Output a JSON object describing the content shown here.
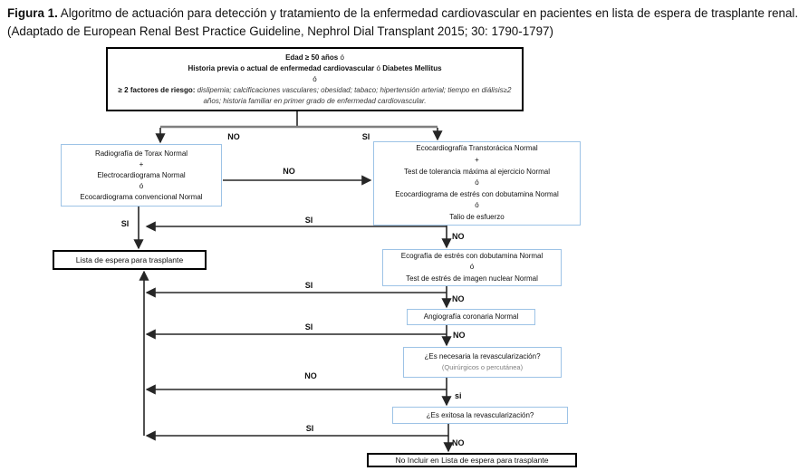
{
  "caption": {
    "bold": "Figura 1.",
    "text": " Algoritmo de actuación para detección y tratamiento de la enfermedad cardiovascular en pacientes en lista de espera de trasplante renal. (Adaptado de European Renal Best Practice Guideline, Nephrol Dial Transplant 2015; 30: 1790-1797)"
  },
  "nodes": {
    "criteria": {
      "line1_bold": "Edad ≥ 50 años",
      "line1_tail": " ó",
      "line2_bold1": "Historia previa o actual de enfermedad cardiovascular",
      "line2_mid": " ó ",
      "line2_bold2": "Diabetes Mellitus",
      "line3": "ó",
      "risk_bold": "≥ 2 factores de riesgo:",
      "risk_italic": " dislipemia; calcificaciones vasculares; obesidad; tabaco; hipertensión arterial; tiempo en diálisis≥2 años; historia familiar en primer grado de enfermedad cardiovascular."
    },
    "basic_tests": {
      "lines": [
        "Radiografía de Torax Normal",
        "+",
        "Electrocardiograma Normal",
        "ó",
        "Ecocardiograma convencional Normal"
      ]
    },
    "advanced_tests": {
      "lines": [
        "Ecocardiografía Transtorácica Normal",
        "+",
        "Test de tolerancia máxima al ejercicio Normal",
        "ó",
        "Ecocardiograma de estrés con dobutamina Normal",
        "ó",
        "Talio de esfuerzo"
      ]
    },
    "waiting_list": {
      "label": "Lista de espera para trasplante"
    },
    "stress_echo": {
      "lines": [
        "Ecografía de estrés con dobutamina Normal",
        "ó",
        "Test de estrés de imagen nuclear Normal"
      ]
    },
    "angiography": {
      "label": "Angiografía coronaria Normal"
    },
    "revasc_needed": {
      "title": "¿Es necesaria la revascularización?",
      "subtitle": "(Quirúrgicos o percutánea)"
    },
    "revasc_success": {
      "label": "¿Es exitosa la revascularización?"
    },
    "not_included": {
      "label": "No Incluir en Lista de espera para trasplante"
    }
  },
  "edge_labels": {
    "top_no": "NO",
    "top_si": "SI",
    "mid_no": "NO",
    "left_si": "SI",
    "ret1_si": "SI",
    "ret2_si": "SI",
    "ret3_si": "SI",
    "ret_no": "NO",
    "ret4_si": "SI",
    "chain1_no": "NO",
    "chain2_no": "NO",
    "chain3_no": "NO",
    "chain_si": "si",
    "chain4_no": "NO"
  },
  "colors": {
    "blue_border": "#9DC3E6",
    "black_border": "#000000",
    "gray_connector": "#7F7F7F",
    "line": "#262626",
    "subtitle_gray": "#7F7F7F"
  }
}
